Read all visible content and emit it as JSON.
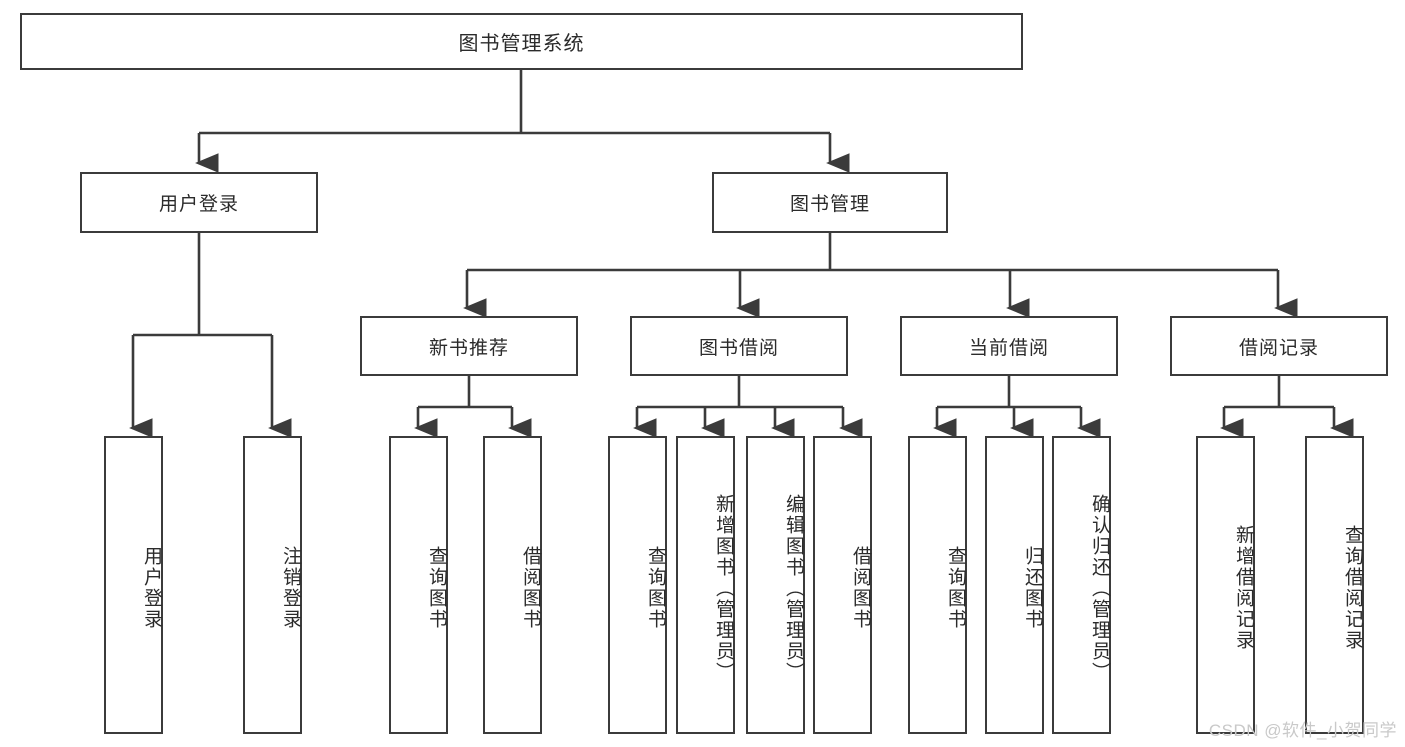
{
  "diagram": {
    "type": "tree",
    "title": "图书管理系统",
    "watermark": "CSDN @软件_小贺同学",
    "colors": {
      "background": "#ffffff",
      "box_fill": "#ffffff",
      "box_border": "#3b3b3b",
      "connector": "#3b3b3b",
      "text": "#2b2b2b",
      "watermark": "#c9c9c9"
    },
    "root": {
      "label": "图书管理系统"
    },
    "level1": [
      {
        "id": "n_user_login",
        "label": "用户登录"
      },
      {
        "id": "n_book_mgmt",
        "label": "图书管理"
      }
    ],
    "level2": [
      {
        "id": "n_new_book_rec",
        "label": "新书推荐",
        "parent": "n_book_mgmt"
      },
      {
        "id": "n_book_borrow",
        "label": "图书借阅",
        "parent": "n_book_mgmt"
      },
      {
        "id": "n_current_borrow",
        "label": "当前借阅",
        "parent": "n_book_mgmt"
      },
      {
        "id": "n_borrow_record",
        "label": "借阅记录",
        "parent": "n_book_mgmt"
      }
    ],
    "leaves": [
      {
        "id": "l_user_login",
        "label": "用户登录",
        "parent": "n_user_login"
      },
      {
        "id": "l_user_logout",
        "label": "注销登录",
        "parent": "n_user_login"
      },
      {
        "id": "l_rec_query",
        "label": "查询图书",
        "parent": "n_new_book_rec"
      },
      {
        "id": "l_rec_borrow",
        "label": "借阅图书",
        "parent": "n_new_book_rec"
      },
      {
        "id": "l_borrow_query",
        "label": "查询图书",
        "parent": "n_book_borrow"
      },
      {
        "id": "l_borrow_add",
        "label": "新增图书（管理员）",
        "parent": "n_book_borrow"
      },
      {
        "id": "l_borrow_edit",
        "label": "编辑图书（管理员）",
        "parent": "n_book_borrow"
      },
      {
        "id": "l_borrow_do",
        "label": "借阅图书",
        "parent": "n_book_borrow"
      },
      {
        "id": "l_cur_query",
        "label": "查询图书",
        "parent": "n_current_borrow"
      },
      {
        "id": "l_cur_return",
        "label": "归还图书",
        "parent": "n_current_borrow"
      },
      {
        "id": "l_cur_confirm",
        "label": "确认归还（管理员）",
        "parent": "n_current_borrow"
      },
      {
        "id": "l_rec_add",
        "label": "新增借阅记录",
        "parent": "n_borrow_record"
      },
      {
        "id": "l_rec_query_record",
        "label": "查询借阅记录",
        "parent": "n_borrow_record"
      }
    ]
  }
}
